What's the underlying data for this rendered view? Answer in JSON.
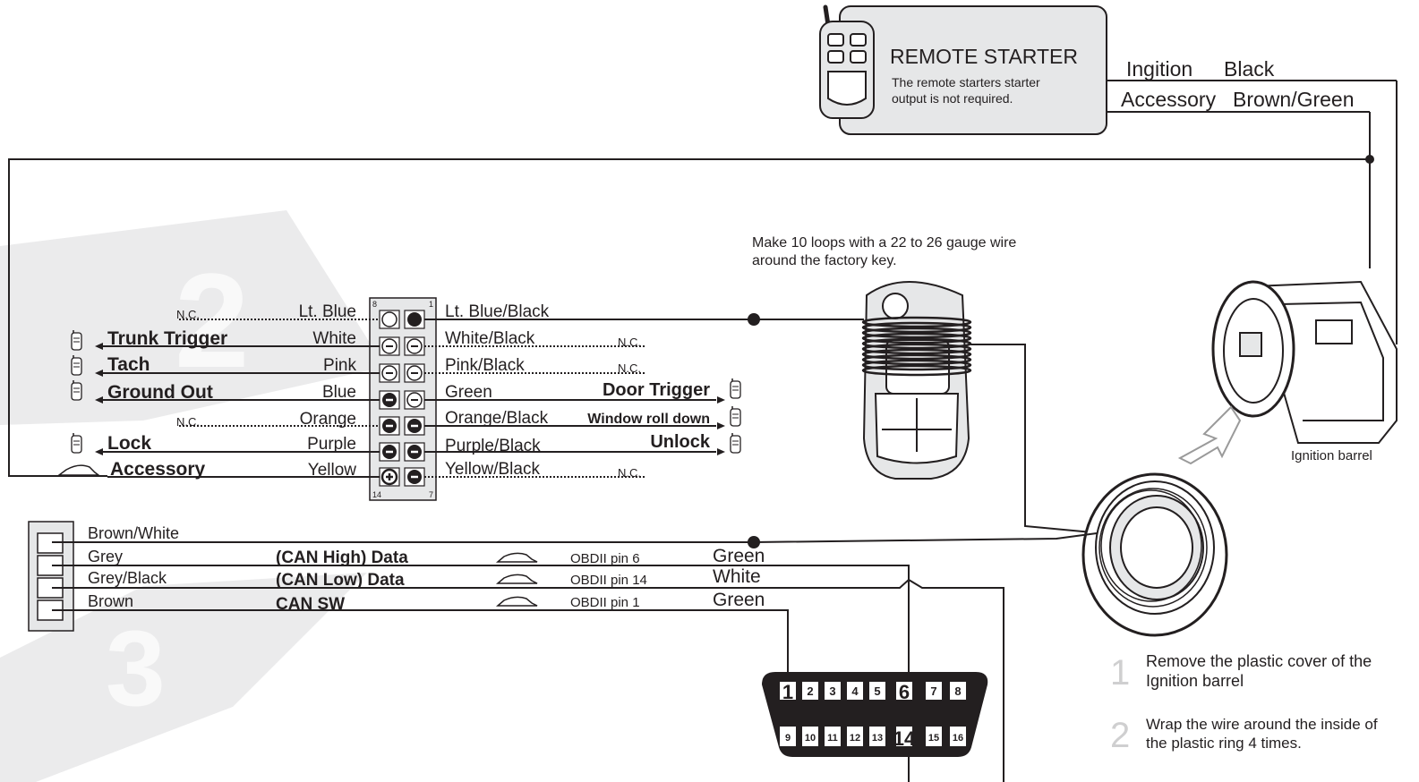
{
  "remote_starter": {
    "title": "REMOTE STARTER",
    "note_line1": "The remote starters starter",
    "note_line2": "output is not required.",
    "ignition_label": "Ingition",
    "ignition_color": "Black",
    "accessory_label": "Accessory",
    "accessory_color": "Brown/Green"
  },
  "loop_note": {
    "line1": "Make 10 loops with a 22 to 26 gauge wire",
    "line2": "around the factory key."
  },
  "connector": {
    "pin_top_left": "8",
    "pin_top_right": "1",
    "pin_bottom_left": "14",
    "pin_bottom_right": "7",
    "left_rows": [
      {
        "function": "",
        "nc": "N.C.",
        "wire": "Lt. Blue"
      },
      {
        "function": "Trunk Trigger",
        "nc": "",
        "wire": "White"
      },
      {
        "function": "Tach",
        "nc": "",
        "wire": "Pink"
      },
      {
        "function": "Ground Out",
        "nc": "",
        "wire": "Blue"
      },
      {
        "function": "",
        "nc": "N.C.",
        "wire": "Orange"
      },
      {
        "function": "Lock",
        "nc": "",
        "wire": "Purple"
      },
      {
        "function": "Accessory",
        "nc": "",
        "wire": "Yellow"
      }
    ],
    "right_rows": [
      {
        "wire": "Lt. Blue/Black",
        "function": "",
        "nc": ""
      },
      {
        "wire": "White/Black",
        "function": "",
        "nc": "N.C."
      },
      {
        "wire": "Pink/Black",
        "function": "",
        "nc": "N.C."
      },
      {
        "wire": "Green",
        "function": "Door Trigger",
        "nc": ""
      },
      {
        "wire": "Orange/Black",
        "function": "Window roll down",
        "nc": ""
      },
      {
        "wire": "Purple/Black",
        "function": "Unlock",
        "nc": ""
      },
      {
        "wire": "Yellow/Black",
        "function": "",
        "nc": "N.C."
      }
    ]
  },
  "can_harness": {
    "rows": [
      {
        "wire": "Brown/White",
        "signal": "",
        "obd": "",
        "obd_color": ""
      },
      {
        "wire": "Grey",
        "signal": "(CAN High) Data",
        "obd": "OBDII pin 6",
        "obd_color": "Green"
      },
      {
        "wire": "Grey/Black",
        "signal": "(CAN Low) Data",
        "obd": "OBDII pin 14",
        "obd_color": "White"
      },
      {
        "wire": "Brown",
        "signal": "CAN SW",
        "obd": "OBDII pin 1",
        "obd_color": "Green"
      }
    ]
  },
  "obd_port": {
    "top_pins": [
      "1",
      "2",
      "3",
      "4",
      "5",
      "6",
      "7",
      "8"
    ],
    "bottom_pins": [
      "9",
      "10",
      "11",
      "12",
      "13",
      "14",
      "15",
      "16"
    ]
  },
  "ignition_barrel_label": "Ignition barrel",
  "steps": [
    {
      "number": "1",
      "line1": "Remove the plastic cover of the",
      "line2": "Ignition barrel"
    },
    {
      "number": "2",
      "line1": "Wrap the wire around the inside of",
      "line2": "the plastic ring 4 times."
    }
  ],
  "background_numbers": [
    "2",
    "3"
  ],
  "colors": {
    "ink": "#231f20",
    "panel": "#e6e7e8",
    "watermark": "#ebebec",
    "watermark_text": "#f9f9f9"
  }
}
